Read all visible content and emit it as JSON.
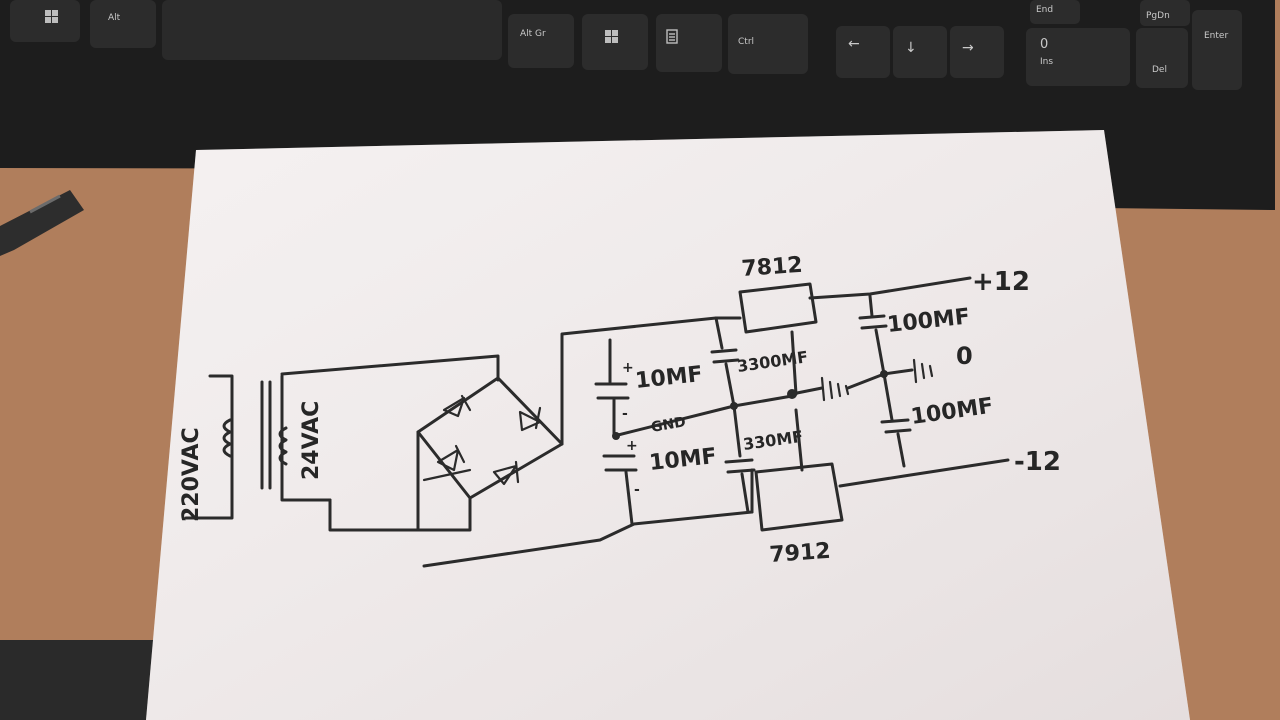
{
  "keyboard": {
    "keys": {
      "alt": "Alt",
      "alt_gr": "Alt Gr",
      "ctrl": "Ctrl",
      "end": "End",
      "pgdn": "PgDn",
      "enter": "Enter",
      "zero": "0",
      "ins": "Ins",
      "del": "Del",
      "arrow_left": "←",
      "arrow_down": "↓",
      "arrow_right": "→"
    }
  },
  "schematic": {
    "input_label": "220VAC",
    "secondary_label": "24VAC",
    "regulator_top": "7812",
    "regulator_bottom": "7912",
    "output_pos": "+12",
    "output_ground": "0",
    "output_neg": "-12",
    "cap_10uf_top": "10MF",
    "cap_10uf_bottom": "10MF",
    "cap_3300": "3300MF",
    "cap_330": "330MF",
    "cap_100_top": "100MF",
    "cap_100_bottom": "100MF",
    "gnd_label": "GND",
    "plus_sign": "+",
    "minus_sign": "-"
  },
  "colors": {
    "desk": "#b07e5c",
    "paper": "#f1ecec",
    "ink": "#2b2b2b",
    "keyboard": "#1f1f1f"
  }
}
